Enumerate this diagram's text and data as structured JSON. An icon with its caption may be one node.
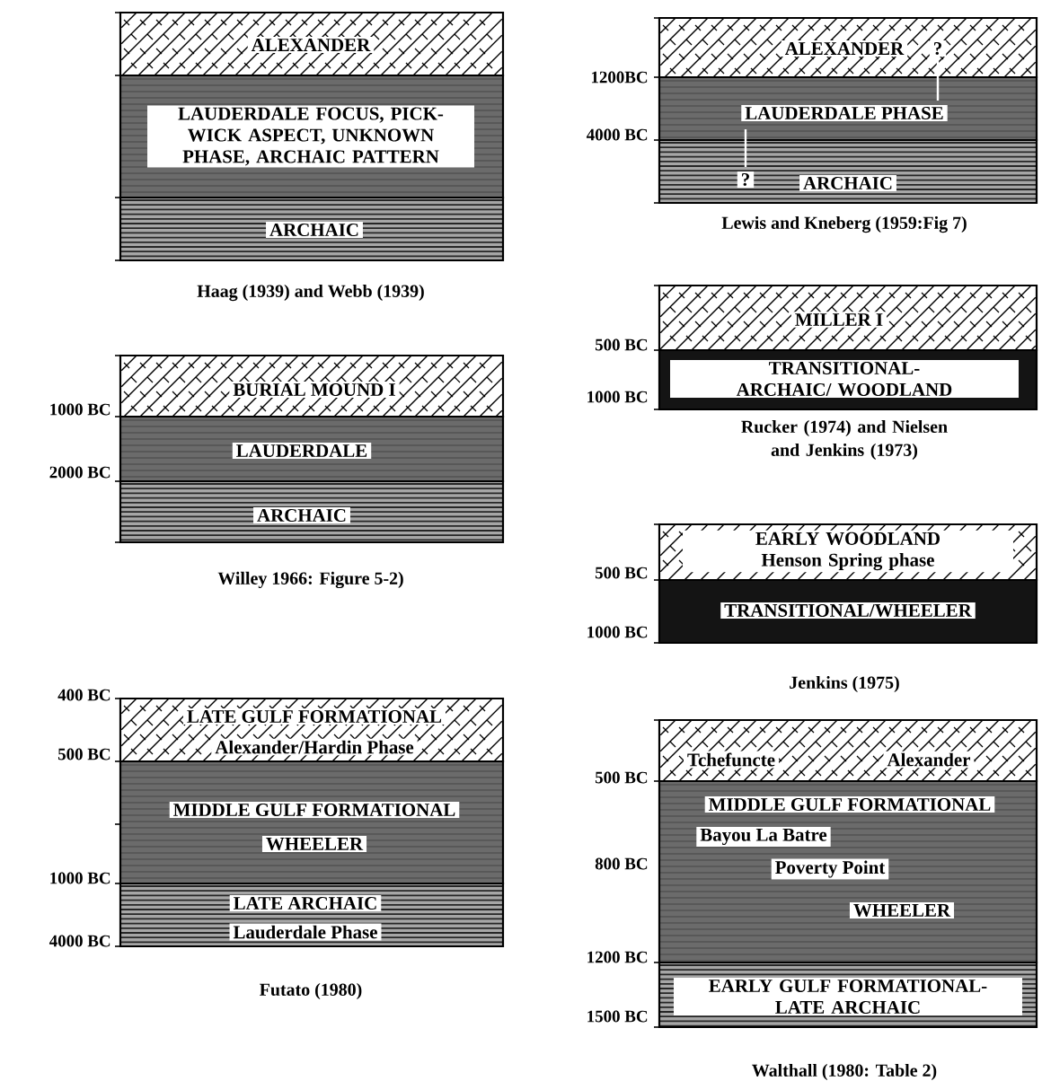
{
  "diagram": {
    "nodes": [
      {
        "text": [
          "ALEXANDER"
        ]
      },
      {
        "text": [
          "LAUDERDALE FOCUS, PICK-WICK ASPECT, UNKNOWN PHASE, ARCHAIC PATTERN"
        ]
      },
      {
        "text": [
          "ARCHAIC"
        ]
      },
      {
        "text": [
          "BURIAL MOUND I"
        ]
      },
      {
        "text": [
          "LAUDERDALE"
        ]
      },
      {
        "text": [
          "ARCHAIC"
        ]
      },
      {
        "text": [
          "LATE GULF FORMATIONAL",
          "Alexander/Hardin Phase"
        ]
      },
      {
        "text": [
          "MIDDLE GULF FORMATIONAL",
          "WHEELER"
        ]
      },
      {
        "text": [
          "LATE ARCHAIC",
          "Lauderdale Phase"
        ]
      },
      {
        "text": [
          "ALEXANDER",
          "?"
        ]
      },
      {
        "text": [
          "LAUDERDALE PHASE"
        ]
      },
      {
        "text": [
          "?",
          "ARCHAIC"
        ]
      },
      {
        "text": [
          "MILLER I"
        ]
      },
      {
        "text": [
          "TRANSITIONAL- ARCHAIC/ WOODLAND"
        ]
      },
      {
        "text": [
          "EARLY WOODLAND Henson Spring phase"
        ]
      },
      {
        "text": [
          "TRANSITIONAL/WHEELER"
        ]
      },
      {
        "text": [
          "Tchefuncte",
          "Alexander"
        ]
      },
      {
        "text": [
          "MIDDLE GULF FORMATIONAL",
          "Bayou La Batre",
          "Poverty Point",
          "WHEELER"
        ]
      },
      {
        "text": [
          "EARLY GULF FORMATIONAL- LATE ARCHAIC"
        ]
      }
    ],
    "labels": [
      "Haag (1939) and Webb (1939)",
      "1000 BC",
      "2000 BC",
      "Willey 1966: Figure 5-2)",
      "400 BC",
      "500 BC",
      "1000 BC",
      "4000 BC",
      "Futato (1980)",
      "1200BC",
      "4000 BC",
      "Lewis and Kneberg (1959:Fig 7)",
      "500 BC",
      "1000 BC",
      "Rucker (1974) and Nielsen and Jenkins (1973)",
      "500 BC",
      "1000 BC",
      "Jenkins (1975)",
      "500 BC",
      "800 BC",
      "1200 BC",
      "1500 BC",
      "Walthall (1980: Table 2)"
    ]
  }
}
